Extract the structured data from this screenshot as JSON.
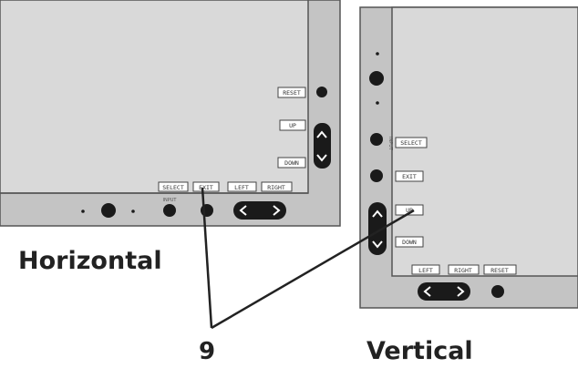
{
  "horizontal": {
    "caption": "Horizontal",
    "side_labels": [
      "RESET",
      "UP",
      "DOWN"
    ],
    "bottom_labels": [
      "SELECT",
      "EXIT",
      "LEFT",
      "RIGHT"
    ],
    "input_label": "INPUT"
  },
  "vertical": {
    "caption": "Vertical",
    "side_labels": [
      "SELECT",
      "EXIT",
      "UP",
      "DOWN"
    ],
    "bottom_labels": [
      "LEFT",
      "RIGHT",
      "RESET"
    ],
    "input_label": "INPUT"
  },
  "callout_number": "9",
  "colors": {
    "panel": "#d6d6d6",
    "bezel": "#c2c2c2",
    "outline": "#555555",
    "button": "#1a1a1a"
  }
}
